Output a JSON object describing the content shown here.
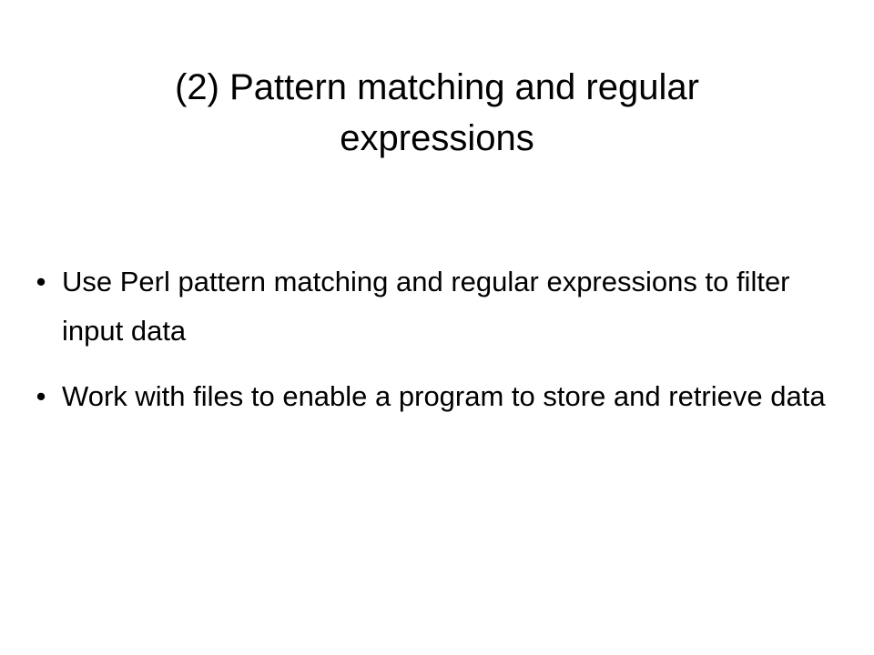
{
  "slide": {
    "title": "(2) Pattern matching and regular expressions",
    "bullets": [
      {
        "marker": "•",
        "text": "Use Perl pattern matching and regular expressions to filter input data"
      },
      {
        "marker": "•",
        "text": "Work with files to enable a program to store and retrieve data"
      }
    ]
  }
}
